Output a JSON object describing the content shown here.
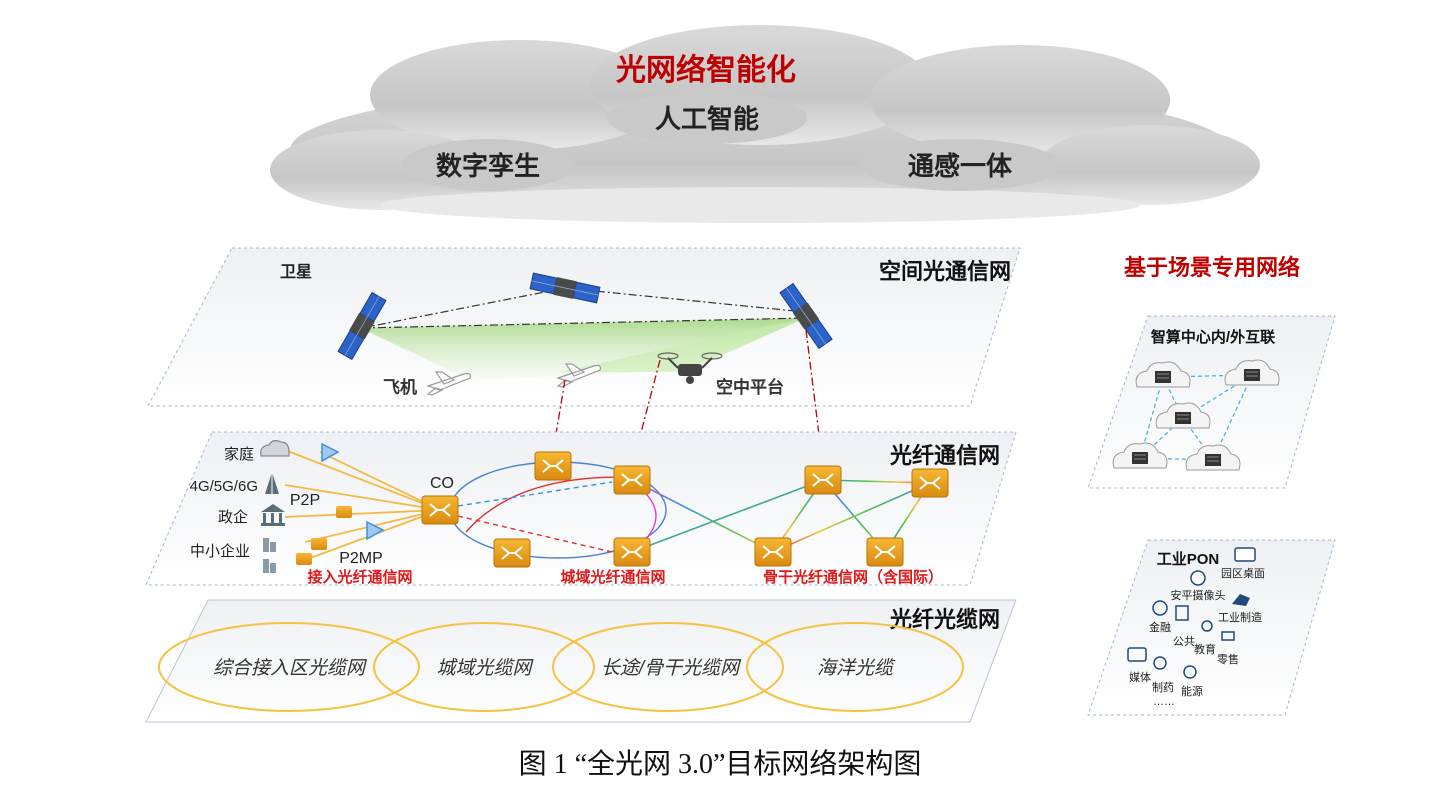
{
  "cloud": {
    "title": "光网络智能化",
    "items": [
      "人工智能",
      "数字孪生",
      "通感一体"
    ]
  },
  "space_layer": {
    "title": "空间光通信网",
    "satellite_label": "卫星",
    "aircraft_label": "飞机",
    "platform_label": "空中平台"
  },
  "fiber_layer": {
    "title": "光纤通信网",
    "co_label": "CO",
    "left_items": [
      "家庭",
      "4G/5G/6G",
      "政企",
      "中小企业"
    ],
    "p2p_label": "P2P",
    "p2mp_label": "P2MP",
    "access_label": "接入光纤通信网",
    "metro_label": "城域光纤通信网",
    "backbone_label": "骨干光纤通信网（含国际）"
  },
  "cable_layer": {
    "title": "光纤光缆网",
    "rings": [
      "综合接入区光缆网",
      "城域光缆网",
      "长途/骨干光缆网",
      "海洋光缆"
    ]
  },
  "scenario": {
    "title": "基于场景专用网络",
    "dc_title": "智算中心内/外互联",
    "pon_title": "工业PON",
    "pon_items": [
      "园区桌面",
      "安平摄像头",
      "金融",
      "公共",
      "工业制造",
      "教育",
      "零售",
      "媒体",
      "制药",
      "能源",
      "……"
    ]
  },
  "caption": "图 1  “全光网 3.0”目标网络架构图",
  "colors": {
    "accent_red": "#c00000",
    "node_orange": "#f0a11c",
    "ring_yellow": "#f5c242",
    "access_line": "#f5b942"
  }
}
